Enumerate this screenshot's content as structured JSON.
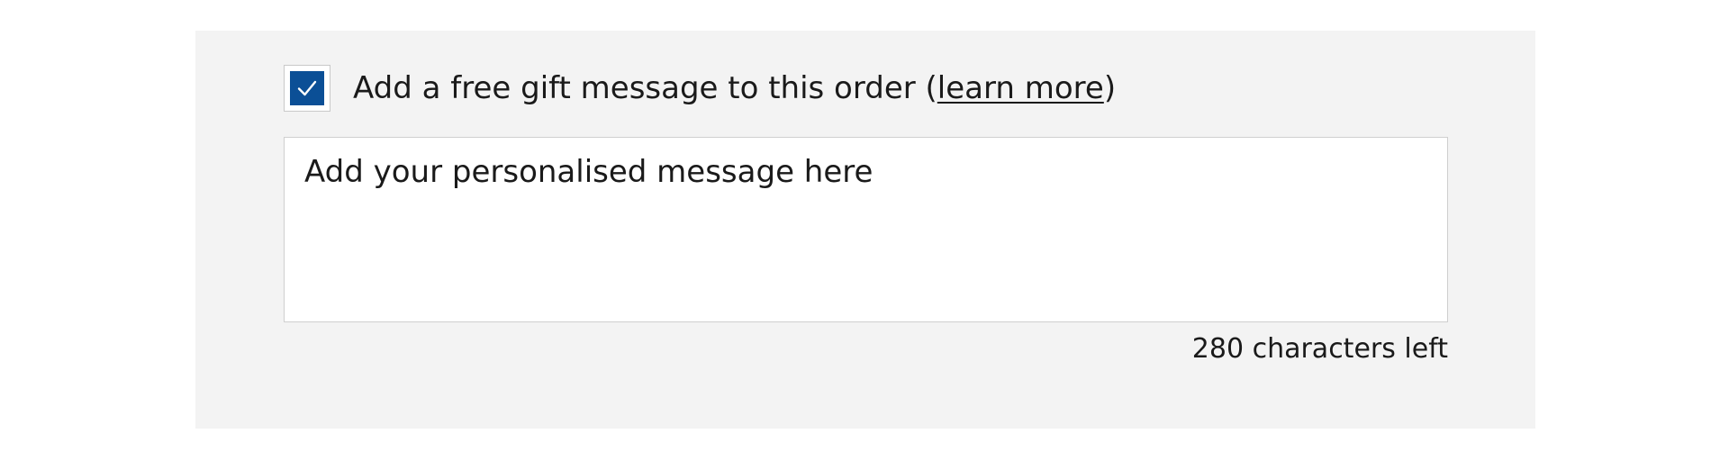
{
  "gift_message": {
    "checkbox_checked": true,
    "label_prefix": "Add a free gift message to this order (",
    "learn_more_link": "learn more",
    "label_suffix": ")",
    "message_placeholder": "Add your personalised message here",
    "message_value": "",
    "characters_left": "280 characters left"
  },
  "colors": {
    "panel_background": "#f3f3f3",
    "checkbox_fill": "#0b4f96",
    "text": "#1a1a1a"
  },
  "icons": {
    "checkbox_mark": "checkmark-icon"
  }
}
